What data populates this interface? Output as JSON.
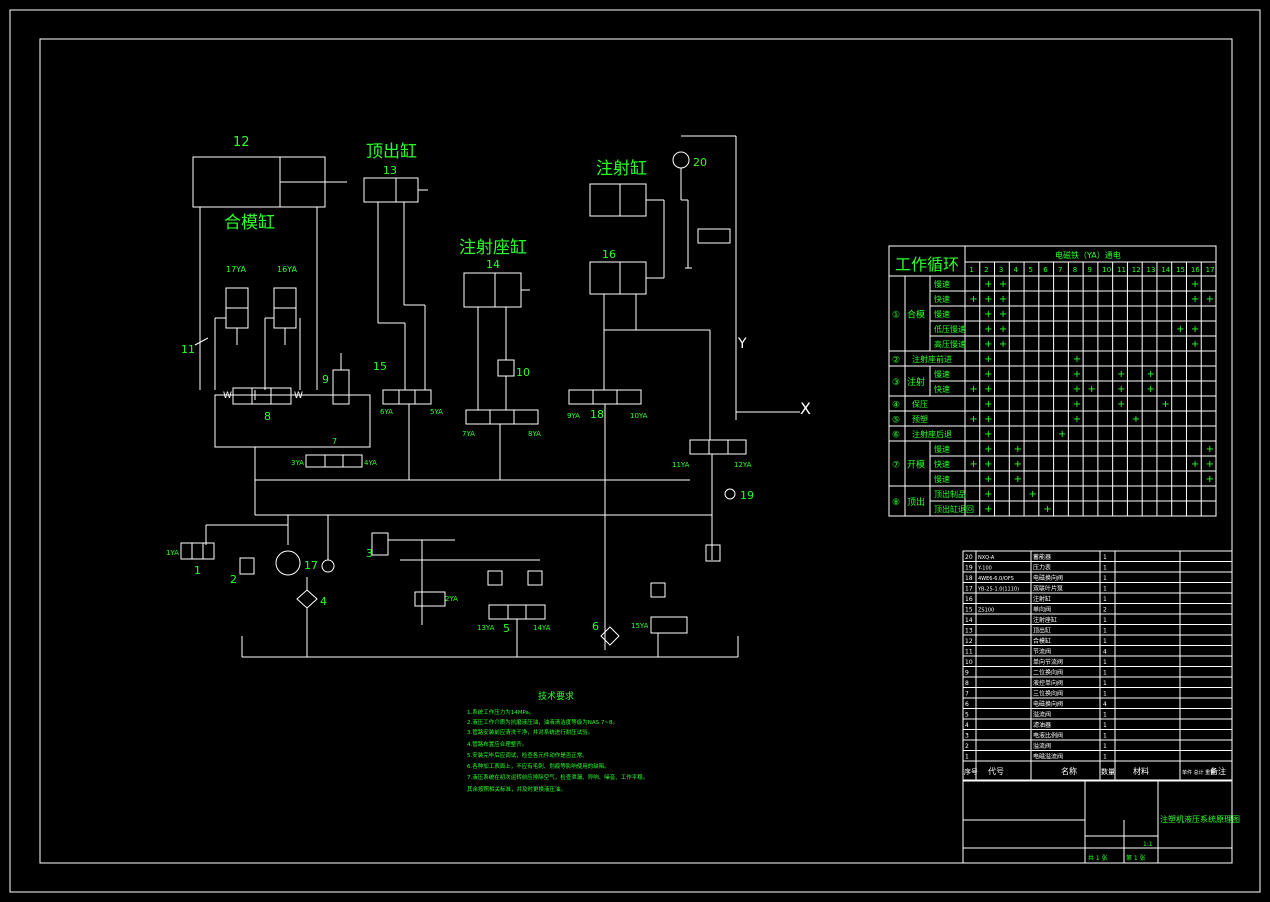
{
  "labels": {
    "clamp_cyl_no": "12",
    "clamp_cyl": "合模缸",
    "ejector_cyl": "顶出缸",
    "ejector_no": "13",
    "seat_cyl": "注射座缸",
    "seat_no": "14",
    "injection_cyl": "注射缸",
    "injection_no": "16",
    "accumulator_no": "20"
  },
  "components": {
    "v11": "11",
    "v15": "15",
    "v9": "9",
    "v8": "8",
    "v7": "7",
    "v10": "10",
    "v18": "18",
    "v19": "19",
    "v1": "1",
    "v2": "2",
    "v17": "17",
    "v4": "4",
    "v3": "3",
    "v5": "5",
    "v6": "6",
    "w": "W",
    "x_mark": "X",
    "y_mark": "Y"
  },
  "solenoids": {
    "s17": "17YA",
    "s16": "16YA",
    "s6": "6YA",
    "s5": "5YA",
    "s7": "7YA",
    "s8": "8YA",
    "s9": "9YA",
    "s10": "10YA",
    "s11": "11YA",
    "s12": "12YA",
    "s3": "3YA",
    "s4": "4YA",
    "s1": "1YA",
    "s2": "2YA",
    "s13": "13YA",
    "s14": "14YA",
    "s15": "15YA"
  },
  "tech_requirements": {
    "title": "技术要求",
    "lines": [
      "1.系统工作压力为14MPa。",
      "2.液压工作介质为抗磨液压油，油液清洁度等级为NAS 7~8。",
      "3.管路安装前应清洗干净，并对系统进行耐压试验。",
      "4.管路布置应合理整齐。",
      "5.安装完毕后应调试，检查各元件动作是否正常。",
      "6.各种加工表面上，不应有毛刺、划痕等影响使用的缺陷。",
      "7.液压系统在初次运转前应排除空气，检查泄漏、异响、噪音、工作平稳。",
      "其余按照相关标准，并及时更换液压油。"
    ]
  },
  "cycle_table": {
    "title": "工作循环",
    "header": "电磁铁（YA）通电",
    "cols": [
      "1",
      "2",
      "3",
      "4",
      "5",
      "6",
      "7",
      "8",
      "9",
      "10",
      "11",
      "12",
      "13",
      "14",
      "15",
      "16",
      "17"
    ],
    "groups": [
      {
        "num": "①",
        "name": "合模",
        "rows": [
          {
            "label": "慢速",
            "marks": [
              2,
              3,
              16
            ]
          },
          {
            "label": "快速",
            "marks": [
              1,
              2,
              3,
              16,
              17
            ]
          },
          {
            "label": "慢速",
            "marks": [
              2,
              3
            ]
          },
          {
            "label": "低压慢速",
            "marks": [
              2,
              3,
              15,
              16
            ]
          },
          {
            "label": "高压慢速",
            "marks": [
              2,
              3,
              16
            ]
          }
        ]
      },
      {
        "num": "②",
        "name": "",
        "rows": [
          {
            "label": "注射座前进",
            "marks": [
              2,
              8
            ]
          }
        ]
      },
      {
        "num": "③",
        "name": "注射",
        "rows": [
          {
            "label": "慢速",
            "marks": [
              2,
              8,
              11,
              13
            ]
          },
          {
            "label": "快速",
            "marks": [
              1,
              2,
              8,
              9,
              11,
              13
            ]
          }
        ]
      },
      {
        "num": "④",
        "name": "",
        "rows": [
          {
            "label": "保压",
            "marks": [
              2,
              8,
              11,
              14
            ]
          }
        ]
      },
      {
        "num": "⑤",
        "name": "",
        "rows": [
          {
            "label": "预塑",
            "marks": [
              1,
              2,
              8,
              12
            ]
          }
        ]
      },
      {
        "num": "⑥",
        "name": "",
        "rows": [
          {
            "label": "注射座后退",
            "marks": [
              2,
              7
            ]
          }
        ]
      },
      {
        "num": "⑦",
        "name": "开模",
        "rows": [
          {
            "label": "慢速",
            "marks": [
              2,
              4,
              17
            ]
          },
          {
            "label": "快速",
            "marks": [
              1,
              2,
              4,
              16,
              17
            ]
          },
          {
            "label": "慢速",
            "marks": [
              2,
              4,
              17
            ]
          }
        ]
      },
      {
        "num": "⑧",
        "name": "顶出",
        "rows": [
          {
            "label": "顶出制品",
            "marks": [
              2,
              5
            ]
          },
          {
            "label": "顶出缸退回",
            "marks": [
              2,
              6
            ]
          }
        ]
      }
    ]
  },
  "bom": {
    "rows": [
      [
        "20",
        "NXQ-A",
        "蓄能器",
        "1",
        ""
      ],
      [
        "19",
        "Y-100",
        "压力表",
        "1",
        ""
      ],
      [
        "18",
        "4WE6-6.0/OFS",
        "电磁换向阀",
        "1",
        ""
      ],
      [
        "17",
        "YB-25-1.0(1110)",
        "双联叶片泵",
        "1",
        ""
      ],
      [
        "16",
        "",
        "注射缸",
        "1",
        ""
      ],
      [
        "15",
        "ZS100",
        "单向阀",
        "2",
        ""
      ],
      [
        "14",
        "",
        "注射座缸",
        "1",
        ""
      ],
      [
        "13",
        "",
        "顶出缸",
        "1",
        ""
      ],
      [
        "12",
        "",
        "合模缸",
        "1",
        ""
      ],
      [
        "11",
        "",
        "节流阀",
        "4",
        ""
      ],
      [
        "10",
        "",
        "单向节流阀",
        "1",
        ""
      ],
      [
        "9",
        "",
        "二位换向阀",
        "1",
        ""
      ],
      [
        "8",
        "",
        "液控单向阀",
        "1",
        ""
      ],
      [
        "7",
        "",
        "三位换向阀",
        "1",
        ""
      ],
      [
        "6",
        "",
        "电磁换向阀",
        "4",
        ""
      ],
      [
        "5",
        "",
        "溢流阀",
        "1",
        ""
      ],
      [
        "4",
        "",
        "滤油器",
        "1",
        ""
      ],
      [
        "3",
        "",
        "电液比例阀",
        "1",
        ""
      ],
      [
        "2",
        "",
        "溢流阀",
        "1",
        ""
      ],
      [
        "1",
        "",
        "电磁溢流阀",
        "1",
        ""
      ]
    ],
    "header": {
      "no": "序号",
      "code": "代号",
      "name": "名称",
      "qty": "数量",
      "material": "材料",
      "weight": "单件 总计 重量",
      "remark": "备注"
    }
  },
  "title_block": {
    "drawing_title": "注塑机液压系统原理图",
    "scale": "1:1",
    "sheet_total": "共 1 张",
    "sheet_no": "第 1 张"
  }
}
